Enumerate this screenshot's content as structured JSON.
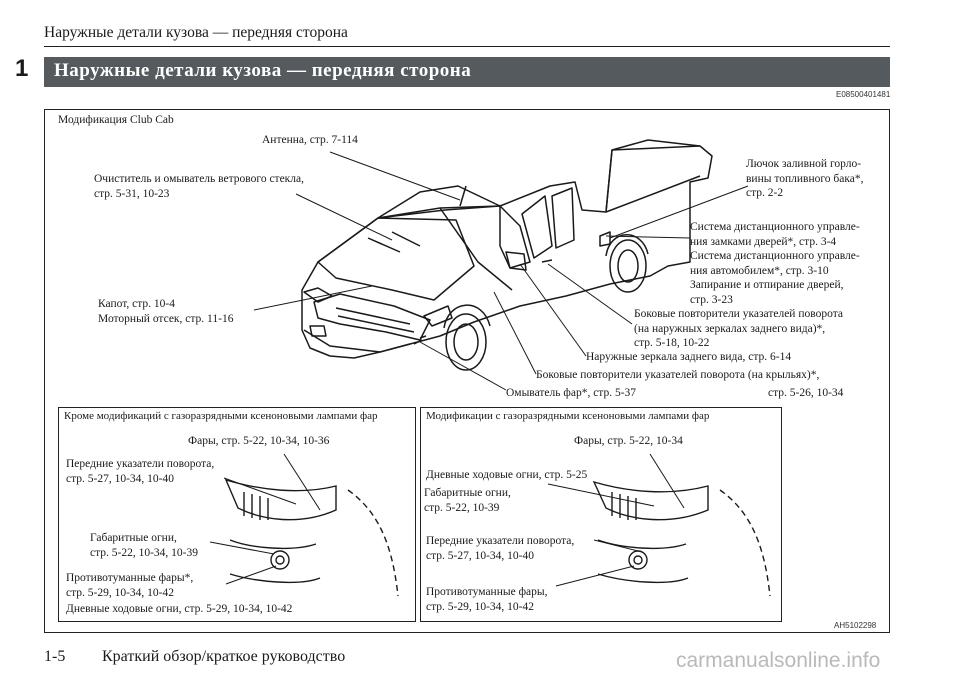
{
  "header": {
    "title": "Наружные детали кузова — передняя сторона"
  },
  "chapter_number": "1",
  "banner_title": "Наружные детали кузова — передняя сторона",
  "doc_code": "E08500401481",
  "main_figure": {
    "caption": "Модификация Club Cab",
    "labels": {
      "antenna": "Антенна, стр. 7-114",
      "washer_l1": "Очиститель и омыватель ветрового стекла,",
      "washer_l2": "стр. 5-31, 10-23",
      "fuel_l1": "Лючок заливной горло-",
      "fuel_l2": "вины топливного бака*,",
      "fuel_l3": "стр. 2-2",
      "remote_l1": "Система дистанционного управле-",
      "remote_l2": "ния замками дверей*, стр. 3-4",
      "remote_l3": "Система дистанционного управле-",
      "remote_l4": "ния автомобилем*, стр. 3-10",
      "remote_l5": "Запирание и отпирание дверей,",
      "remote_l6": "стр. 3-23",
      "hood_l1": "Капот, стр. 10-4",
      "hood_l2": "Моторный отсек, стр. 11-16",
      "side_rep_l1": "Боковые повторители указателей поворота",
      "side_rep_l2": "(на наружных зеркалах заднего вида)*,",
      "side_rep_l3": "стр. 5-18, 10-22",
      "mirrors": "Наружные зеркала заднего вида, стр. 6-14",
      "fender_rep_l1": "Боковые повторители указателей поворота (на крыльях)*,",
      "fender_rep_l2": "стр. 5-26, 10-34",
      "hl_washer": "Омыватель фар*, стр. 5-37"
    }
  },
  "left_panel": {
    "title": "Кроме модификаций с газоразрядными ксеноновыми лампами фар",
    "headlights": "Фары, стр. 5-22, 10-34, 10-36",
    "turn_l1": "Передние указатели поворота,",
    "turn_l2": "стр. 5-27, 10-34, 10-40",
    "pos_l1": "Габаритные огни,",
    "pos_l2": "стр. 5-22, 10-34, 10-39",
    "fog_l1": "Противотуманные фары*,",
    "fog_l2": "стр. 5-29, 10-34, 10-42",
    "drl": "Дневные ходовые огни, стр. 5-29, 10-34, 10-42"
  },
  "right_panel": {
    "title": "Модификации с газоразрядными ксеноновыми лампами фар",
    "headlights": "Фары, стр. 5-22, 10-34",
    "drl": "Дневные ходовые огни, стр. 5-25",
    "pos_l1": "Габаритные огни,",
    "pos_l2": "стр. 5-22, 10-39",
    "turn_l1": "Передние указатели поворота,",
    "turn_l2": "стр. 5-27, 10-34, 10-40",
    "fog_l1": "Противотуманные фары,",
    "fog_l2": "стр. 5-29, 10-34, 10-42"
  },
  "figure_code": "AH5102298",
  "footer": {
    "page": "1-5",
    "section": "Краткий обзор/краткое руководство"
  },
  "watermark": "carmanualsonline.info"
}
